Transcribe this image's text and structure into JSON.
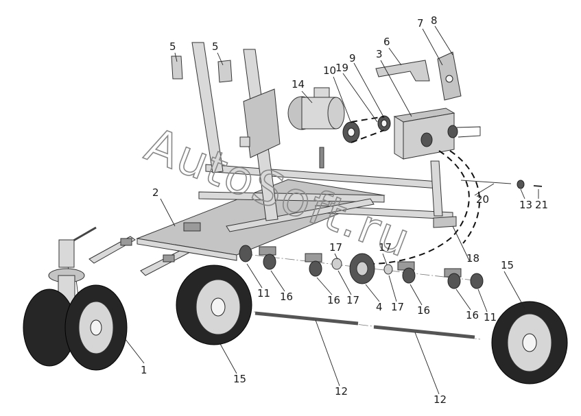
{
  "watermark": "AutoSoft.ru",
  "labels": [
    {
      "id": "1",
      "text": "1"
    },
    {
      "id": "2",
      "text": "2"
    },
    {
      "id": "3",
      "text": "3"
    },
    {
      "id": "4",
      "text": "4"
    },
    {
      "id": "5a",
      "text": "5"
    },
    {
      "id": "5b",
      "text": "5"
    },
    {
      "id": "6",
      "text": "6"
    },
    {
      "id": "7",
      "text": "7"
    },
    {
      "id": "8",
      "text": "8"
    },
    {
      "id": "9",
      "text": "9"
    },
    {
      "id": "10",
      "text": "10"
    },
    {
      "id": "11a",
      "text": "11"
    },
    {
      "id": "11b",
      "text": "11"
    },
    {
      "id": "12a",
      "text": "12"
    },
    {
      "id": "12b",
      "text": "12"
    },
    {
      "id": "13",
      "text": "13"
    },
    {
      "id": "14",
      "text": "14"
    },
    {
      "id": "15a",
      "text": "15"
    },
    {
      "id": "15b",
      "text": "15"
    },
    {
      "id": "16a",
      "text": "16"
    },
    {
      "id": "16b",
      "text": "16"
    },
    {
      "id": "16c",
      "text": "16"
    },
    {
      "id": "16d",
      "text": "16"
    },
    {
      "id": "17a",
      "text": "17"
    },
    {
      "id": "17b",
      "text": "17"
    },
    {
      "id": "17c",
      "text": "17"
    },
    {
      "id": "18",
      "text": "18"
    },
    {
      "id": "19",
      "text": "19"
    },
    {
      "id": "20",
      "text": "20"
    },
    {
      "id": "21",
      "text": "21"
    }
  ]
}
